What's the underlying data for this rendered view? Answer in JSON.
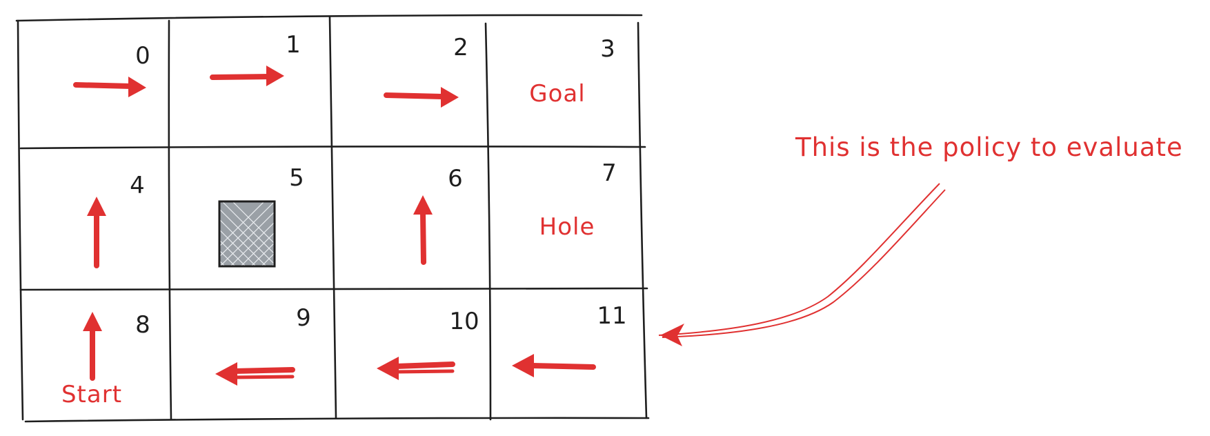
{
  "grid": {
    "rows": 3,
    "cols": 4,
    "cells": [
      {
        "id": "0",
        "action": "right",
        "label": ""
      },
      {
        "id": "1",
        "action": "right",
        "label": ""
      },
      {
        "id": "2",
        "action": "right",
        "label": ""
      },
      {
        "id": "3",
        "action": "",
        "label": "Goal"
      },
      {
        "id": "4",
        "action": "up",
        "label": ""
      },
      {
        "id": "5",
        "action": "",
        "label": "",
        "wall": true
      },
      {
        "id": "6",
        "action": "up",
        "label": ""
      },
      {
        "id": "7",
        "action": "",
        "label": "Hole"
      },
      {
        "id": "8",
        "action": "up",
        "label": "Start"
      },
      {
        "id": "9",
        "action": "left",
        "label": ""
      },
      {
        "id": "10",
        "action": "left",
        "label": ""
      },
      {
        "id": "11",
        "action": "left",
        "label": ""
      }
    ]
  },
  "annotation": {
    "text": "This is the policy to evaluate"
  },
  "colors": {
    "arrow": "#e03131",
    "grid_line": "#1e1e1e",
    "wall": "#9aa0a6"
  }
}
